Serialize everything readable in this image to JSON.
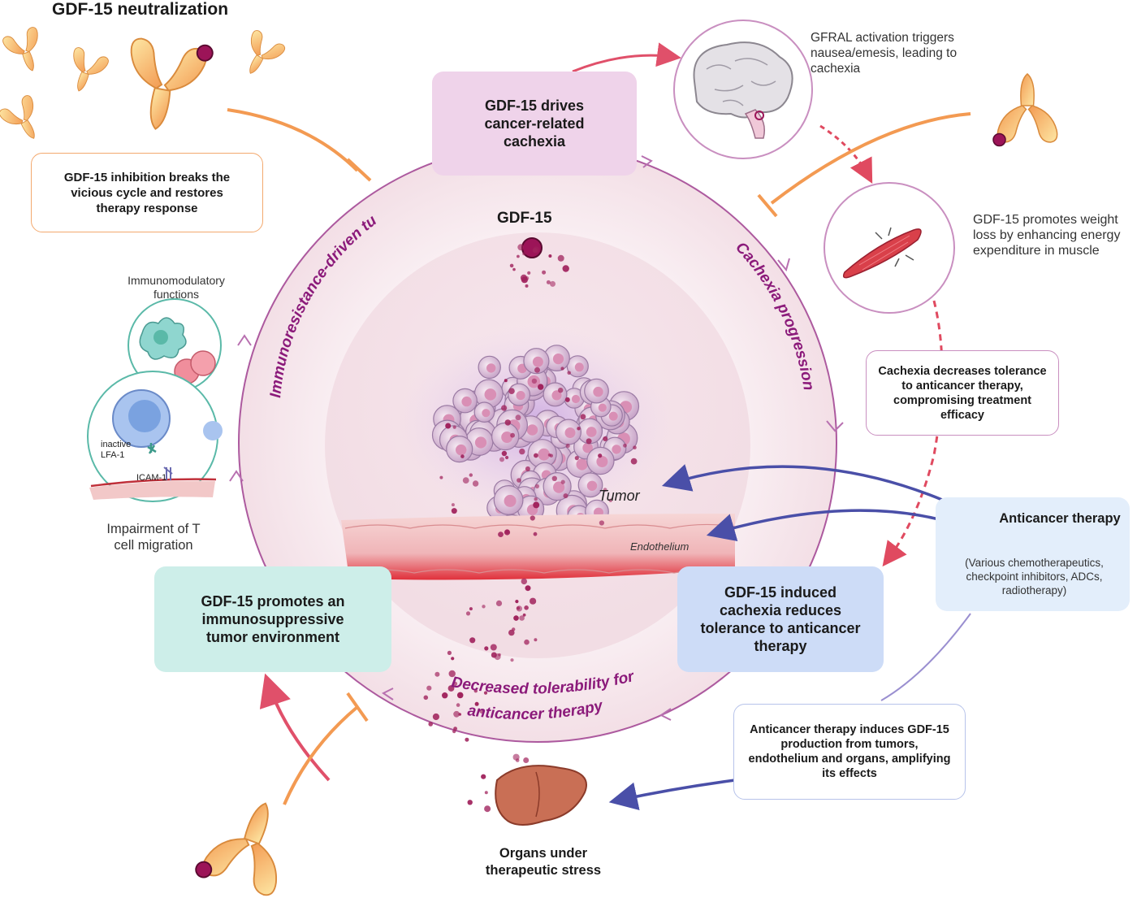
{
  "title": "GDF-15 neutralization",
  "center_label": "GDF-15",
  "boxes": {
    "top": "GDF-15 drives cancer-related cachexia",
    "left": "GDF-15 promotes an immunosuppressive tumor environment",
    "right": "GDF-15 induced cachexia reduces tolerance to anticancer therapy",
    "inhibition": "GDF-15 inhibition breaks the vicious cycle and restores therapy response",
    "cachexia_tolerance": "Cachexia decreases tolerance to anticancer therapy, compromising treatment efficacy",
    "therapy_induces": "Anticancer therapy induces GDF-15 production from tumors, endothelium and organs, amplifying its effects"
  },
  "arc_labels": {
    "left": "Immunoresistance-driven tumor progression",
    "right": "Cachexia progression",
    "bottom_line1": "Decreased tolerability for",
    "bottom_line2": "anticancer therapy"
  },
  "annotations": {
    "gfral": "GFRAL activation triggers nausea/emesis, leading to cachexia",
    "muscle": "GDF-15 promotes weight loss by enhancing energy expenditure in muscle",
    "immunomodulatory": "Immunomodulatory functions",
    "inactive_lfa": "inactive LFA-1",
    "icam": "ICAM-1",
    "impairment": "Impairment of T cell migration",
    "tumor": "Tumor",
    "endothelium": "Endothelium",
    "organs": "Organs under therapeutic stress"
  },
  "therapy": {
    "title": "Anticancer therapy",
    "detail": "(Various chemotherapeutics, checkpoint inhibitors, ADCs, radiotherapy)"
  },
  "icons": [
    "antibody-icon",
    "brain-icon",
    "muscle-icon",
    "liver-icon",
    "pill-icon",
    "tumor-icon",
    "t-cell-icon"
  ],
  "colors": {
    "top_box": "#efd3ea",
    "left_box": "#cdeee9",
    "right_box": "#cddcf7",
    "therapy_box": "#e3eefb",
    "arc": "#8b1a7a",
    "inhibit": "#f39a52",
    "therapy_arrow": "#4a4fa8"
  }
}
